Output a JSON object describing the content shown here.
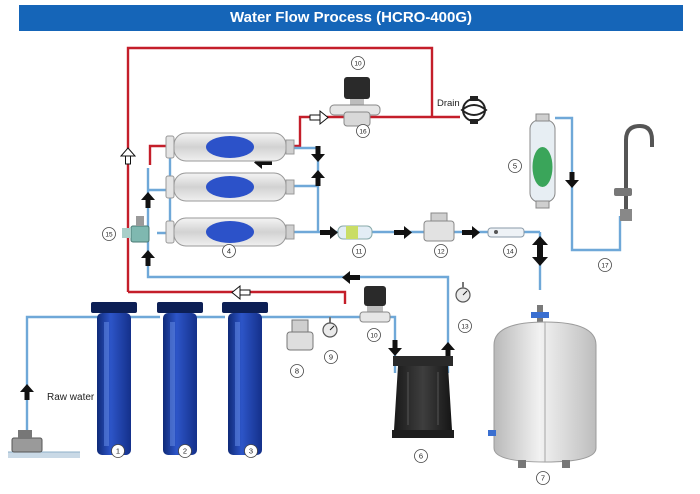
{
  "title": "Water Flow Process (HCRO-400G)",
  "labels": {
    "raw_water": "Raw water",
    "drain": "Drain"
  },
  "components": [
    {
      "id": "1"
    },
    {
      "id": "2"
    },
    {
      "id": "3"
    },
    {
      "id": "4"
    },
    {
      "id": "5"
    },
    {
      "id": "6"
    },
    {
      "id": "7"
    },
    {
      "id": "8"
    },
    {
      "id": "9"
    },
    {
      "id": "10"
    },
    {
      "id": "10"
    },
    {
      "id": "11"
    },
    {
      "id": "12"
    },
    {
      "id": "13"
    },
    {
      "id": "14"
    },
    {
      "id": "15"
    },
    {
      "id": "16"
    },
    {
      "id": "17"
    }
  ],
  "colors": {
    "banner": "#1565b8",
    "clean_pipe": "#6fa8d8",
    "waste_pipe": "#c41e2a",
    "filter_housing": "#1d3f9e",
    "membrane_core": "#2c52c9",
    "post_filter": "#3aa55a",
    "tank": "#d8d8d8"
  }
}
